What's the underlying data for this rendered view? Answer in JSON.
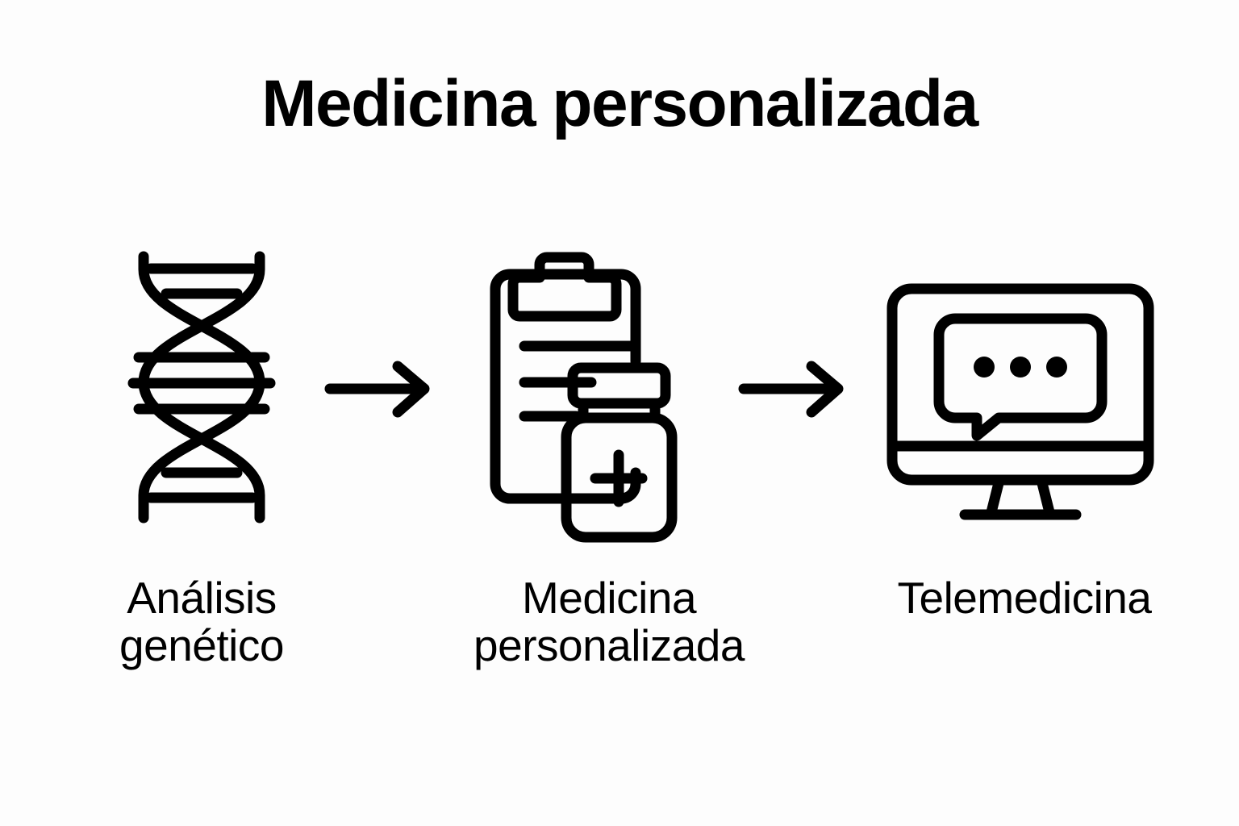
{
  "page": {
    "title": "Medicina personalizada",
    "background_color": "#fdfdfd",
    "ink_color": "#000000",
    "kind": "process-flow-diagram"
  },
  "flow": {
    "steps": [
      {
        "id": "analisis-genetico",
        "icon": "dna-helix-icon",
        "label_line1": "Análisis",
        "label_line2": "genético"
      },
      {
        "id": "medicina-personalizada",
        "icon": "clipboard-medicine-bottle-icon",
        "label_line1": "Medicina",
        "label_line2": "personalizada"
      },
      {
        "id": "telemedicina",
        "icon": "monitor-chat-icon",
        "label_line1": "Telemedicina",
        "label_line2": ""
      }
    ],
    "connectors": [
      {
        "id": "arrow-1",
        "icon": "arrow-right-icon",
        "from": "analisis-genetico",
        "to": "medicina-personalizada"
      },
      {
        "id": "arrow-2",
        "icon": "arrow-right-icon",
        "from": "medicina-personalizada",
        "to": "telemedicina"
      }
    ]
  }
}
